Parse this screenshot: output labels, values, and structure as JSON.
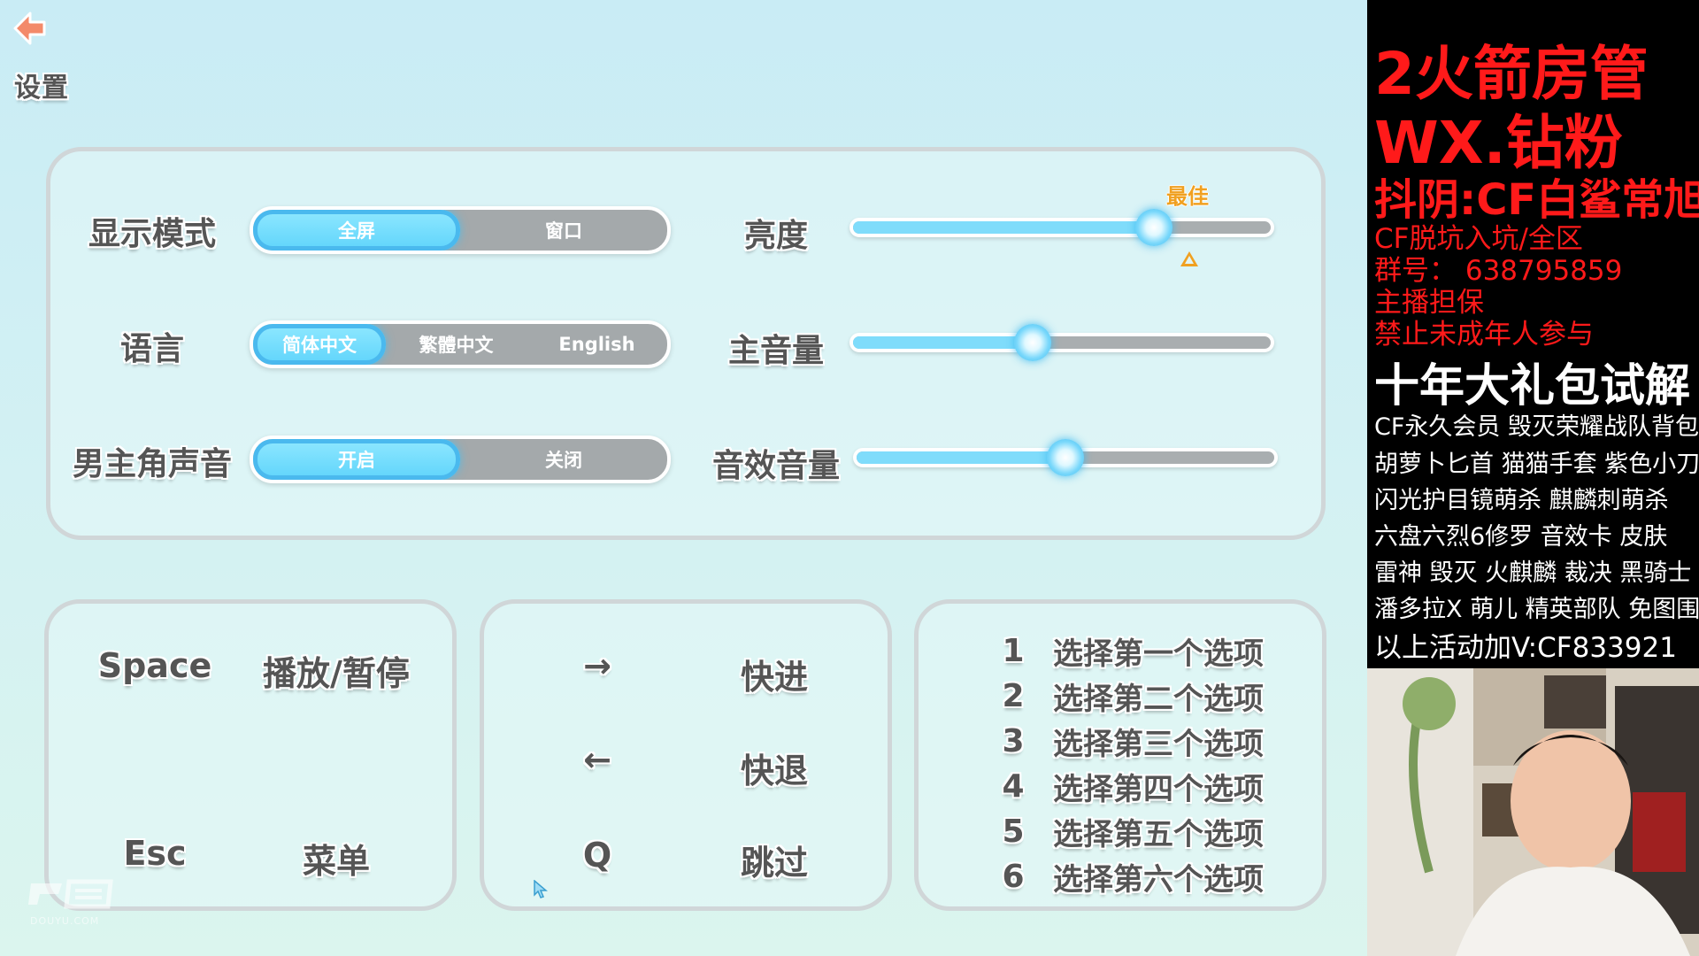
{
  "settings": {
    "title": "设置",
    "display_mode": {
      "label": "显示模式",
      "options": [
        "全屏",
        "窗口"
      ],
      "selected": "全屏"
    },
    "language": {
      "label": "语言",
      "options": [
        "简体中文",
        "繁體中文",
        "English"
      ],
      "selected": "简体中文"
    },
    "male_voice": {
      "label": "男主角声音",
      "options": [
        "开启",
        "关闭"
      ],
      "selected": "开启"
    },
    "brightness": {
      "label": "亮度",
      "value_fraction": 0.72,
      "best_label": "最佳"
    },
    "master_volume": {
      "label": "主音量",
      "value_fraction": 0.43
    },
    "sfx_volume": {
      "label": "音效音量",
      "value_fraction": 0.5
    }
  },
  "keybinds": {
    "panel1": [
      {
        "key": "Space",
        "action": "播放/暂停"
      },
      {
        "key": "Esc",
        "action": "菜单"
      }
    ],
    "panel2": [
      {
        "key": "→",
        "action": "快进"
      },
      {
        "key": "←",
        "action": "快退"
      },
      {
        "key": "Q",
        "action": "跳过"
      }
    ],
    "panel3": [
      {
        "key": "1",
        "action": "选择第一个选项"
      },
      {
        "key": "2",
        "action": "选择第二个选项"
      },
      {
        "key": "3",
        "action": "选择第三个选项"
      },
      {
        "key": "4",
        "action": "选择第四个选项"
      },
      {
        "key": "5",
        "action": "选择第五个选项"
      },
      {
        "key": "6",
        "action": "选择第六个选项"
      }
    ]
  },
  "watermark": {
    "text": "DOUYU.COM"
  },
  "stream_overlay": {
    "lines": [
      "2火箭房管",
      "WX.钻粉",
      "抖阴:CF白鲨常旭",
      "CF脱坑入坑/全区",
      "群号： 638795859",
      "主播担保",
      "禁止未成年人参与",
      "十年大礼包试解",
      "CF永久会员 毁灭荣耀战队背包",
      "胡萝卜匕首 猫猫手套 紫色小刀",
      "闪光护目镜萌杀 麒麟刺萌杀",
      "六盘六烈6修罗 音效卡 皮肤",
      "雷神 毁灭 火麒麟 裁决 黑骑士",
      "潘多拉X 萌儿 精英部队 免图围",
      "以上活动加V:CF833921"
    ],
    "colors": {
      "red": "#ff1a1a",
      "white": "#ffffff",
      "accent": "#5fd4fb",
      "best": "#f0a020"
    }
  }
}
